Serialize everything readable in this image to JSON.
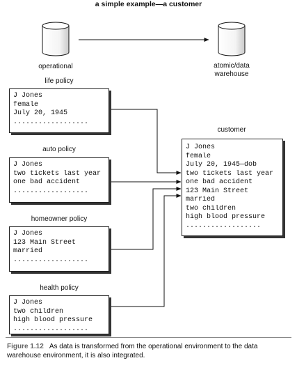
{
  "title": "a simple example—a customer",
  "stores": {
    "operational": "operational",
    "warehouse": "atomic/data warehouse"
  },
  "sources": [
    {
      "heading": "life policy",
      "lines": [
        "J Jones",
        "female",
        "July 20, 1945",
        ".................."
      ]
    },
    {
      "heading": "auto policy",
      "lines": [
        "J Jones",
        "two tickets last year",
        "one bad accident",
        ".................."
      ]
    },
    {
      "heading": "homeowner policy",
      "lines": [
        "J Jones",
        "123 Main Street",
        "married",
        ".................."
      ]
    },
    {
      "heading": "health policy",
      "lines": [
        "J Jones",
        "two children",
        "high blood pressure",
        ".................."
      ]
    }
  ],
  "target": {
    "heading": "customer",
    "lines": [
      "J Jones",
      "female",
      "July 20, 1945—dob",
      "two tickets last year",
      "one bad accident",
      "123 Main Street",
      "married",
      "two children",
      "high blood pressure",
      ".................."
    ]
  },
  "caption": {
    "figure": "Figure 1.12",
    "text": "As data is transformed from the operational environment to the data warehouse environment, it is also integrated."
  }
}
